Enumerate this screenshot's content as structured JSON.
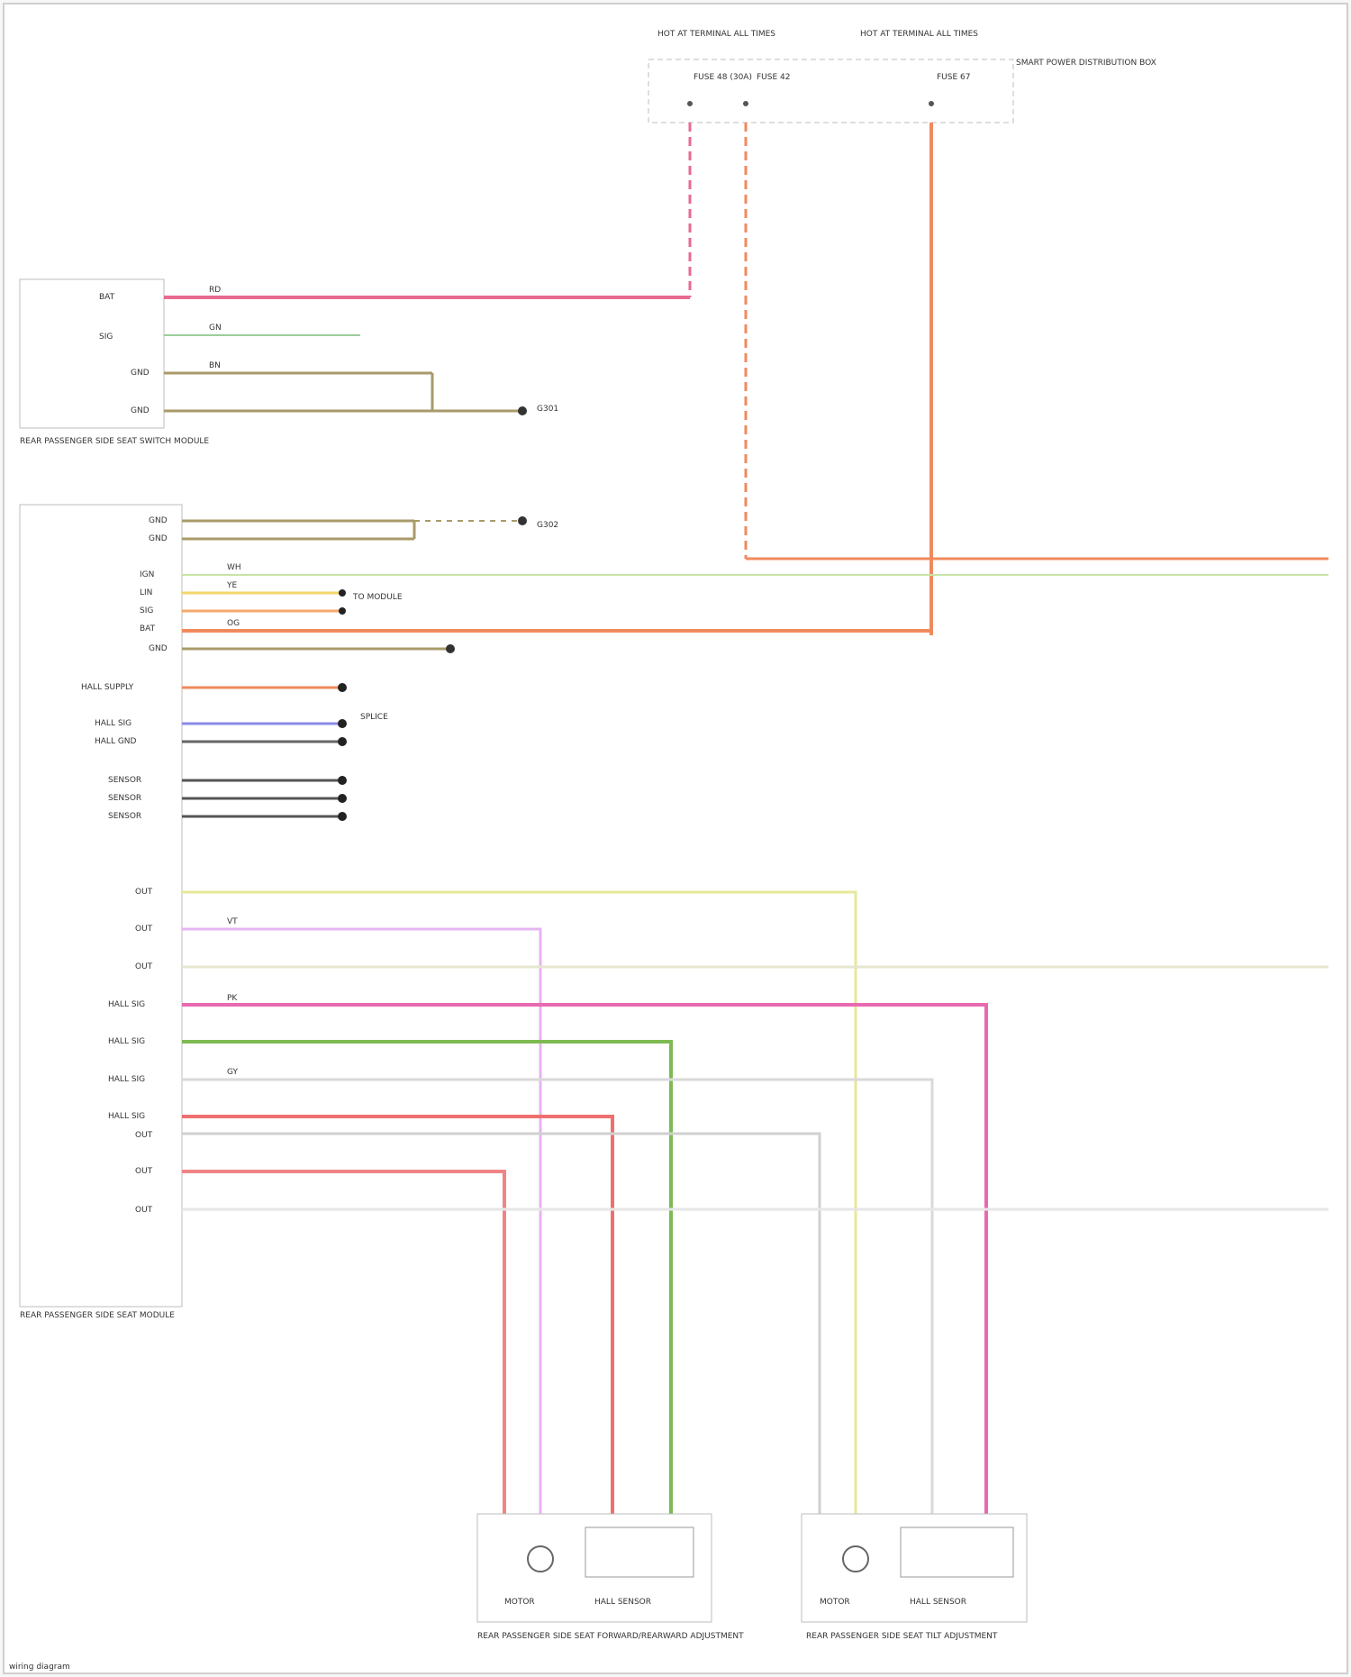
{
  "diagram": {
    "fuse_box": {
      "hot_label_1": "HOT AT TERMINAL ALL TIMES",
      "hot_label_2": "HOT AT TERMINAL ALL TIMES",
      "fuse_1": "FUSE 48 (30A)",
      "fuse_2": "FUSE 42",
      "fuse_3": "FUSE 67",
      "box_label": "SMART POWER DISTRIBUTION BOX"
    },
    "switch_module": {
      "pins": [
        "BAT",
        "SIG",
        "GND",
        "GND"
      ],
      "label": "REAR PASSENGER SIDE SEAT SWITCH MODULE"
    },
    "seat_module": {
      "label": "REAR PASSENGER SIDE SEAT MODULE",
      "pins": [
        "GND",
        "GND",
        "IGN",
        "LIN",
        "SIG",
        "BAT",
        "GND",
        "HALL SUPPLY",
        "HALL SIG",
        "HALL GND",
        "SENSOR",
        "SENSOR",
        "SENSOR",
        "OUT",
        "OUT",
        "OUT",
        "HALL SIG",
        "HALL SIG",
        "HALL SIG",
        "HALL SIG",
        "OUT",
        "OUT",
        "OUT"
      ]
    },
    "wire_labels": {
      "w_red": "RD",
      "w_grn": "GN",
      "w_brn": "BN",
      "w_org": "OG",
      "w_yel": "YE",
      "w_vio": "VT",
      "w_gry": "GY",
      "w_wht": "WH",
      "w_pnk": "PK"
    },
    "refs": {
      "ground_1": "G301",
      "ground_2": "G302",
      "to_module": "TO MODULE",
      "splice": "SPLICE"
    },
    "bottom_components": {
      "left_motor": "MOTOR",
      "left_sensor": "HALL SENSOR",
      "left_label": "REAR PASSENGER SIDE SEAT FORWARD/REARWARD ADJUSTMENT",
      "right_motor": "MOTOR",
      "right_sensor": "HALL SENSOR",
      "right_label": "REAR PASSENGER SIDE SEAT TILT ADJUSTMENT"
    },
    "footer": "wiring diagram"
  }
}
